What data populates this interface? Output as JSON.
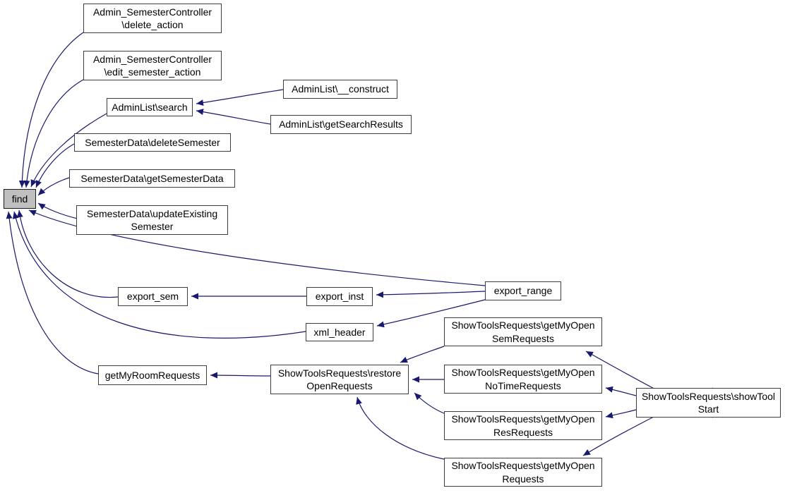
{
  "diagram": {
    "type": "call-graph",
    "colors": {
      "edge": "#191970",
      "node_border": "#3d3d3d",
      "node_background": "#ffffff",
      "highlighted_node_background": "#bfbfbf",
      "text": "#000000"
    },
    "nodes": {
      "find": {
        "label": "find",
        "highlighted": true
      },
      "admin_delete_action": {
        "label": "Admin_SemesterController\n\\delete_action"
      },
      "admin_edit_semester_action": {
        "label": "Admin_SemesterController\n\\edit_semester_action"
      },
      "adminlist_search": {
        "label": "AdminList\\search"
      },
      "adminlist_construct": {
        "label": "AdminList\\__construct"
      },
      "adminlist_get_search_results": {
        "label": "AdminList\\getSearchResults"
      },
      "sd_delete_semester": {
        "label": "SemesterData\\deleteSemester"
      },
      "sd_get_semester_data": {
        "label": "SemesterData\\getSemesterData"
      },
      "sd_update_existing_semester": {
        "label": "SemesterData\\updateExisting\nSemester"
      },
      "export_sem": {
        "label": "export_sem"
      },
      "export_inst": {
        "label": "export_inst"
      },
      "xml_header": {
        "label": "xml_header"
      },
      "export_range": {
        "label": "export_range"
      },
      "get_my_room_requests": {
        "label": "getMyRoomRequests"
      },
      "str_restore_open_requests": {
        "label": "ShowToolsRequests\\restore\nOpenRequests"
      },
      "str_get_my_open_sem_requests": {
        "label": "ShowToolsRequests\\getMyOpen\nSemRequests"
      },
      "str_get_my_open_no_time_requests": {
        "label": "ShowToolsRequests\\getMyOpen\nNoTimeRequests"
      },
      "str_get_my_open_res_requests": {
        "label": "ShowToolsRequests\\getMyOpen\nResRequests"
      },
      "str_get_my_open_requests": {
        "label": "ShowToolsRequests\\getMyOpen\nRequests"
      },
      "str_show_tool_start": {
        "label": "ShowToolsRequests\\showTool\nStart"
      }
    },
    "edges": [
      {
        "from": "admin_delete_action",
        "to": "find"
      },
      {
        "from": "admin_edit_semester_action",
        "to": "find"
      },
      {
        "from": "adminlist_search",
        "to": "find"
      },
      {
        "from": "sd_delete_semester",
        "to": "find"
      },
      {
        "from": "sd_get_semester_data",
        "to": "find"
      },
      {
        "from": "sd_update_existing_semester",
        "to": "find"
      },
      {
        "from": "export_sem",
        "to": "find"
      },
      {
        "from": "export_range",
        "to": "find"
      },
      {
        "from": "xml_header",
        "to": "find"
      },
      {
        "from": "get_my_room_requests",
        "to": "find"
      },
      {
        "from": "adminlist_construct",
        "to": "adminlist_search"
      },
      {
        "from": "adminlist_get_search_results",
        "to": "adminlist_search"
      },
      {
        "from": "export_inst",
        "to": "export_sem"
      },
      {
        "from": "export_range",
        "to": "export_inst"
      },
      {
        "from": "export_range",
        "to": "xml_header"
      },
      {
        "from": "str_restore_open_requests",
        "to": "get_my_room_requests"
      },
      {
        "from": "str_get_my_open_sem_requests",
        "to": "str_restore_open_requests"
      },
      {
        "from": "str_get_my_open_no_time_requests",
        "to": "str_restore_open_requests"
      },
      {
        "from": "str_get_my_open_res_requests",
        "to": "str_restore_open_requests"
      },
      {
        "from": "str_get_my_open_requests",
        "to": "str_restore_open_requests"
      },
      {
        "from": "str_show_tool_start",
        "to": "str_get_my_open_sem_requests"
      },
      {
        "from": "str_show_tool_start",
        "to": "str_get_my_open_no_time_requests"
      },
      {
        "from": "str_show_tool_start",
        "to": "str_get_my_open_res_requests"
      },
      {
        "from": "str_show_tool_start",
        "to": "str_get_my_open_requests"
      }
    ]
  }
}
